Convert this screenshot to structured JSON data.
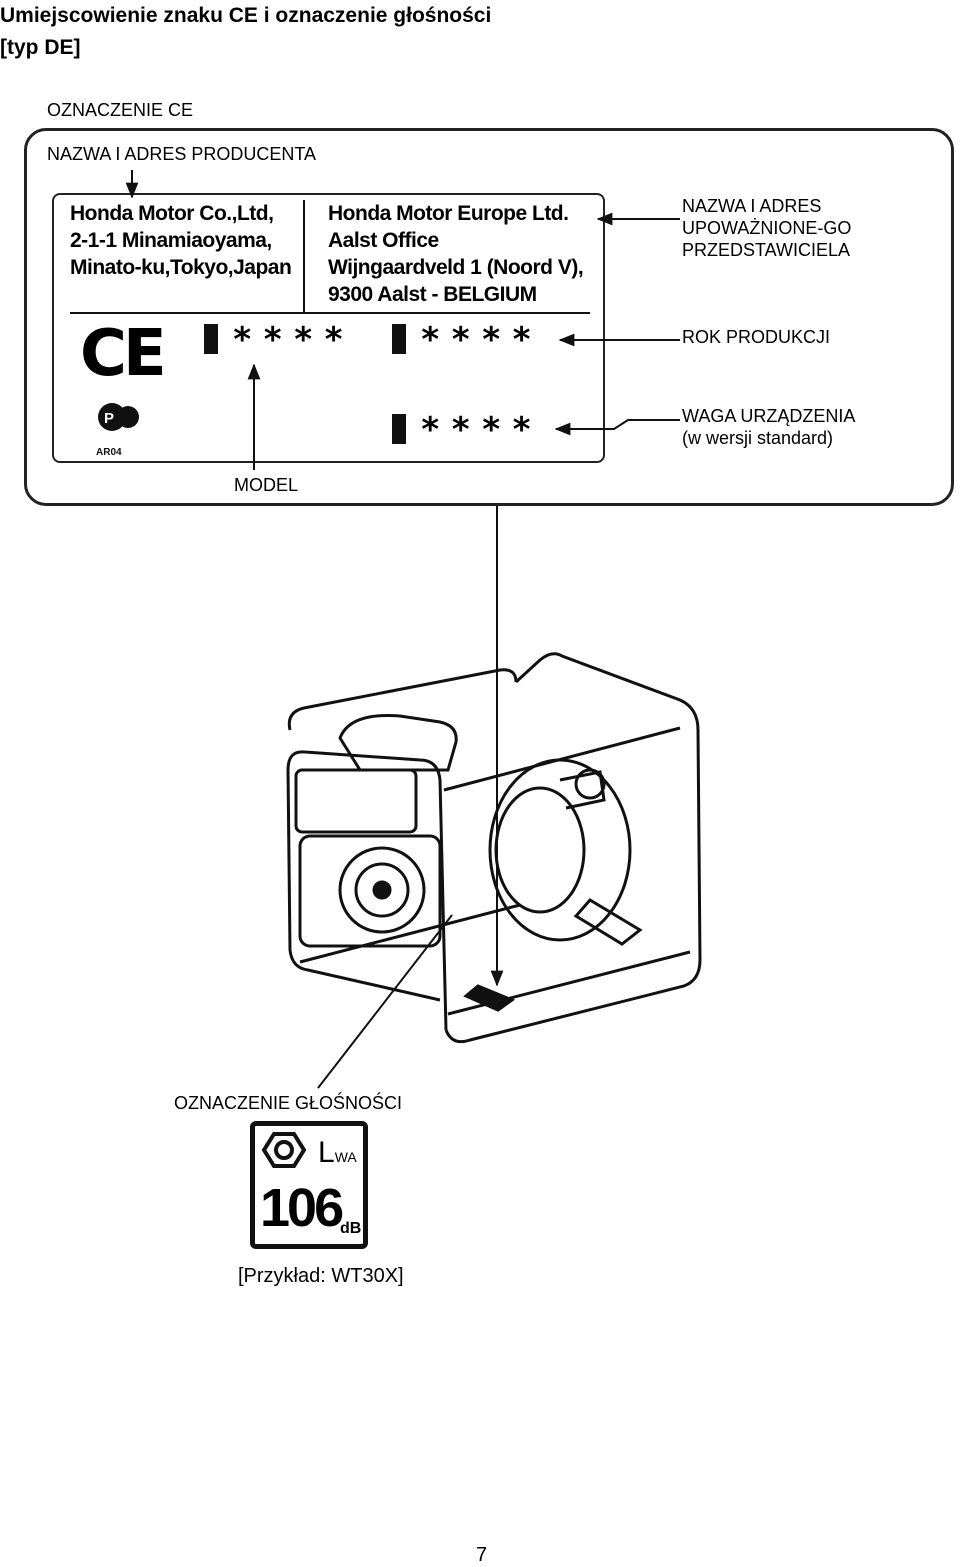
{
  "title": {
    "line1": "Umiejscowienie znaku CE i oznaczenie głośności",
    "line2": "[typ DE]"
  },
  "labels": {
    "ce_mark": "OZNACZENIE CE",
    "manufacturer": "NAZWA I ADRES PRODUCENTA",
    "representative_1": "NAZWA I ADRES",
    "representative_2": "UPOWAŻNIONE-GO",
    "representative_3": "PRZEDSTAWICIELA",
    "production_year": "ROK PRODUKCJI",
    "weight_1": "WAGA URZĄDZENIA",
    "weight_2": "(w wersji standard)",
    "model": "MODEL",
    "noise_mark": "OZNACZENIE GŁOŚNOŚCI",
    "example": "[Przykład: WT30X]"
  },
  "plate": {
    "manufacturer_lines": [
      "Honda Motor Co.,Ltd,",
      "2-1-1 Minamiaoyama,",
      "Minato-ku,Tokyo,Japan"
    ],
    "representative_lines": [
      "Honda Motor Europe Ltd.",
      "Aalst Office",
      "Wijngaardveld 1 (Noord V),",
      "9300 Aalst - BELGIUM"
    ],
    "ce_symbol": "CE",
    "model_stars": "****",
    "year_stars": "****",
    "weight_stars": "****",
    "cert_code": "AR04"
  },
  "noise_label": {
    "lwa": "LWA",
    "value": "106",
    "unit": "dB"
  },
  "page_number": "7"
}
